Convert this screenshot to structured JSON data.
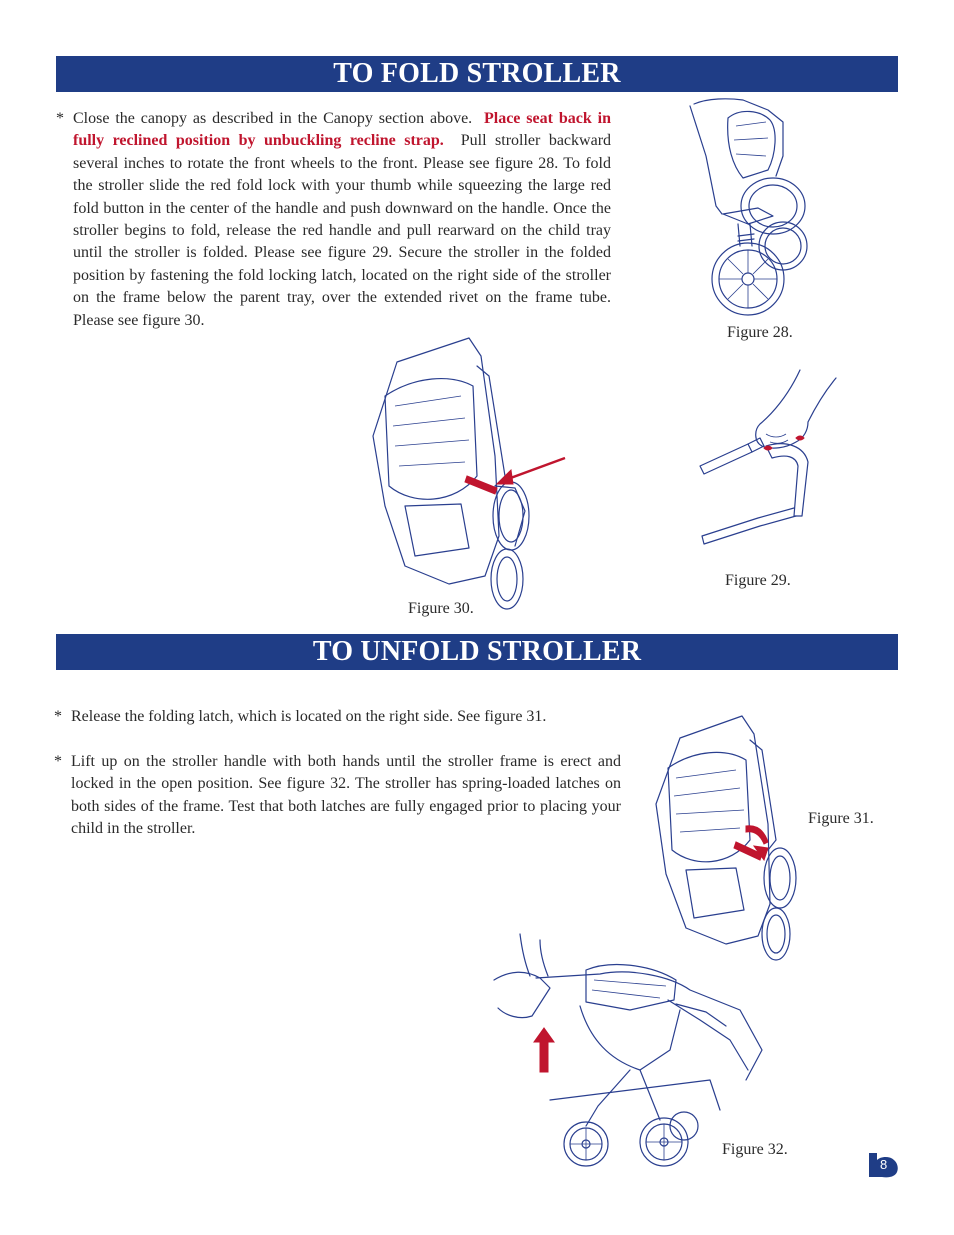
{
  "fold": {
    "heading": "TO FOLD STROLLER",
    "bullet": "*",
    "text_plain_1": "Close the canopy as described in the Canopy section above.",
    "text_red": "Place seat back in fully reclined position by unbuckling recline strap.",
    "text_plain_2": "Pull stroller backward several inches to rotate the front wheels to the front. Please see figure 28. To fold the stroller slide the red fold lock with your thumb while squeezing the large red fold button in the center of the handle and push downward on the handle. Once the stroller begins to fold, release the red handle and pull rearward on the child tray until the stroller is folded. Please see figure 29. Secure the stroller in the folded position by fastening the fold locking latch, located on the right side of the stroller on the frame below the parent tray, over the extended rivet on the frame tube. Please see figure 30.",
    "figures": {
      "fig28": "Figure 28.",
      "fig29": "Figure 29.",
      "fig30": "Figure 30."
    }
  },
  "unfold": {
    "heading": "TO UNFOLD STROLLER",
    "bullet": "*",
    "item1": "Release the folding latch, which is located on the right side. See figure 31.",
    "item2": "Lift up on the stroller handle with both hands until the stroller frame is erect and locked in the open position. See figure 32. The stroller has spring-loaded latches on both sides of the frame. Test that both latches are fully engaged prior to placing your child in the stroller.",
    "figures": {
      "fig31": "Figure 31.",
      "fig32": "Figure 32."
    }
  },
  "page_number": "8",
  "colors": {
    "banner": "#1f3d86",
    "highlight": "#c0152e",
    "line_art": "#2a3f8f"
  }
}
